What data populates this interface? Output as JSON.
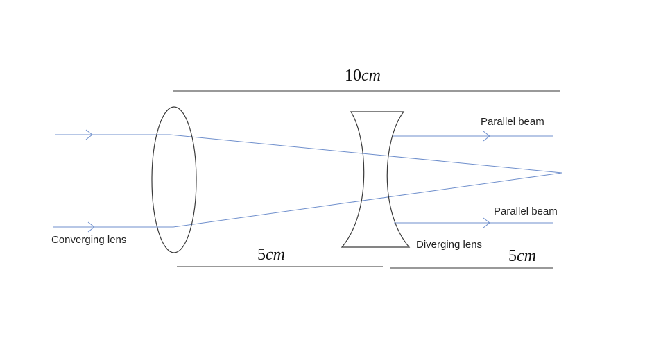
{
  "colors": {
    "ray": "#6f8fcc",
    "lens": "#3a3a3a",
    "text": "#222222"
  },
  "labels": {
    "dim_total_number": "10",
    "dim_total_unit": "cm",
    "dim_left_number": "5",
    "dim_left_unit": "cm",
    "dim_right_number": "5",
    "dim_right_unit": "cm",
    "converging_lens": "Converging lens",
    "diverging_lens": "Diverging lens",
    "parallel_beam_top": "Parallel beam",
    "parallel_beam_bottom": "Parallel beam"
  }
}
